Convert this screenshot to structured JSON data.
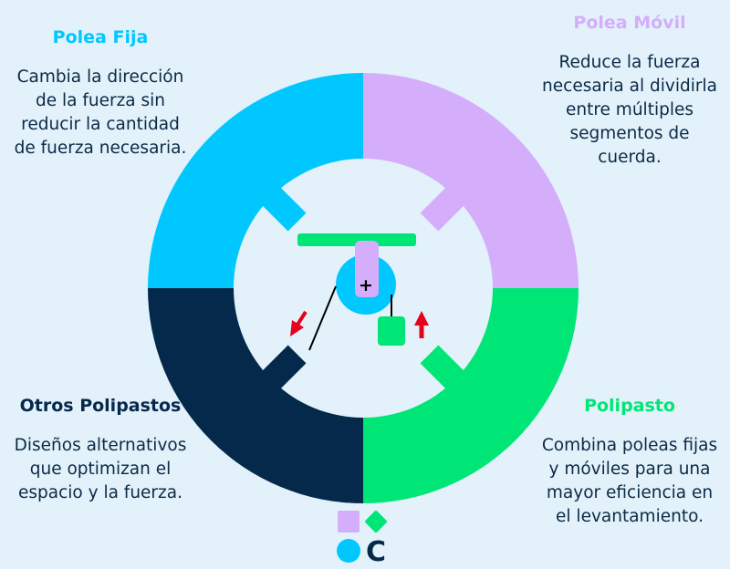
{
  "sections": {
    "fixed_pulley": {
      "title": "Polea Fija",
      "description": "Cambia la dirección de la fuerza sin reducir la cantidad de fuerza necesaria.",
      "color": "#00c8ff"
    },
    "movable_pulley": {
      "title": "Polea Móvil",
      "description": "Reduce la fuerza necesaria al dividirla entre múltiples segmentos de cuerda.",
      "color": "#d4aefb"
    },
    "other_hoists": {
      "title": "Otros Polipastos",
      "description": "Diseños alternativos que optimizan el espacio y la fuerza.",
      "color": "#04294a"
    },
    "hoist": {
      "title": "Polipasto",
      "description": "Combina poleas fijas y móviles para una mayor eficiencia en el levantamiento.",
      "color": "#00e676"
    }
  },
  "center": {
    "hub_symbol": "+",
    "rope_color": "#000000",
    "arrow_color": "#e8001c",
    "beam_color": "#00e676"
  },
  "logo": {
    "letter": "C",
    "colors": [
      "#d4aefb",
      "#00e676",
      "#00c8ff",
      "#04294a"
    ]
  }
}
